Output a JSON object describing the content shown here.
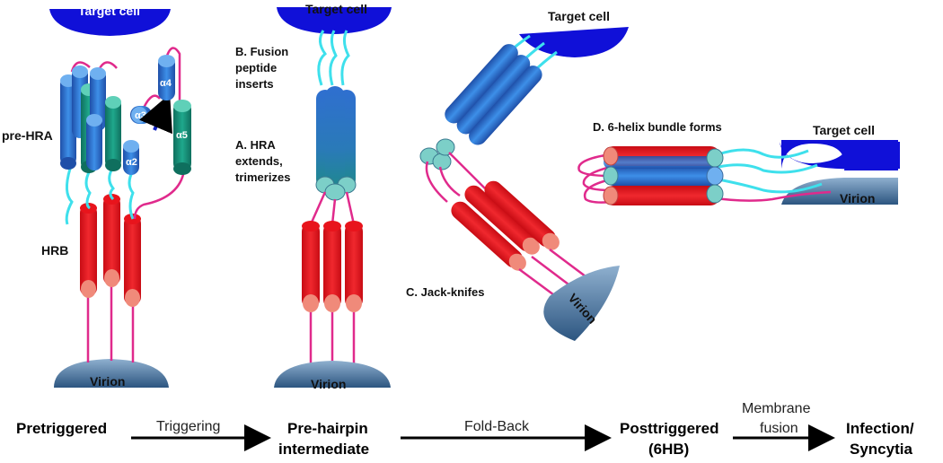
{
  "colors": {
    "target_cell": "#1010d8",
    "virion": "#3d6b9a",
    "hrb_red": "#e8141c",
    "hrb_tip": "#f08a7a",
    "hra_blue": "#2a6fd0",
    "hra_teal": "#16907a",
    "linker_cyan": "#3ee0ec",
    "linker_pink": "#e02a8c",
    "arrow": "#000000"
  },
  "icons": [
    "target-cell-membrane",
    "virion-membrane",
    "helix-cylinder",
    "flow-arrow"
  ],
  "panel_pretriggered": {
    "target_cell": "Target cell",
    "virion": "Virion",
    "pre_hra": "pre-HRA",
    "hrb": "HRB",
    "helix_a2": "α2",
    "helix_a3": "α3",
    "helix_a4": "α4",
    "helix_a5": "α5"
  },
  "panel_prehairpin": {
    "target_cell": "Target cell",
    "virion": "Virion",
    "step_b_line1": "B. Fusion",
    "step_b_line2": "peptide",
    "step_b_line3": "inserts",
    "step_a_line1": "A. HRA",
    "step_a_line2": "extends,",
    "step_a_line3": "trimerizes"
  },
  "panel_jackknife": {
    "target_cell": "Target cell",
    "virion": "Virion",
    "step_c": "C. Jack-knifes"
  },
  "panel_6hb": {
    "step_d": "D. 6-helix bundle forms",
    "target_cell": "Target cell",
    "virion": "Virion"
  },
  "flow": {
    "state1": "Pretriggered",
    "arrow1": "Triggering",
    "state2_line1": "Pre-hairpin",
    "state2_line2": "intermediate",
    "arrow2": "Fold-Back",
    "state3_line1": "Posttriggered",
    "state3_line2": "(6HB)",
    "arrow3_line1": "Membrane",
    "arrow3_line2": "fusion",
    "state4_line1": "Infection/",
    "state4_line2": "Syncytia"
  }
}
